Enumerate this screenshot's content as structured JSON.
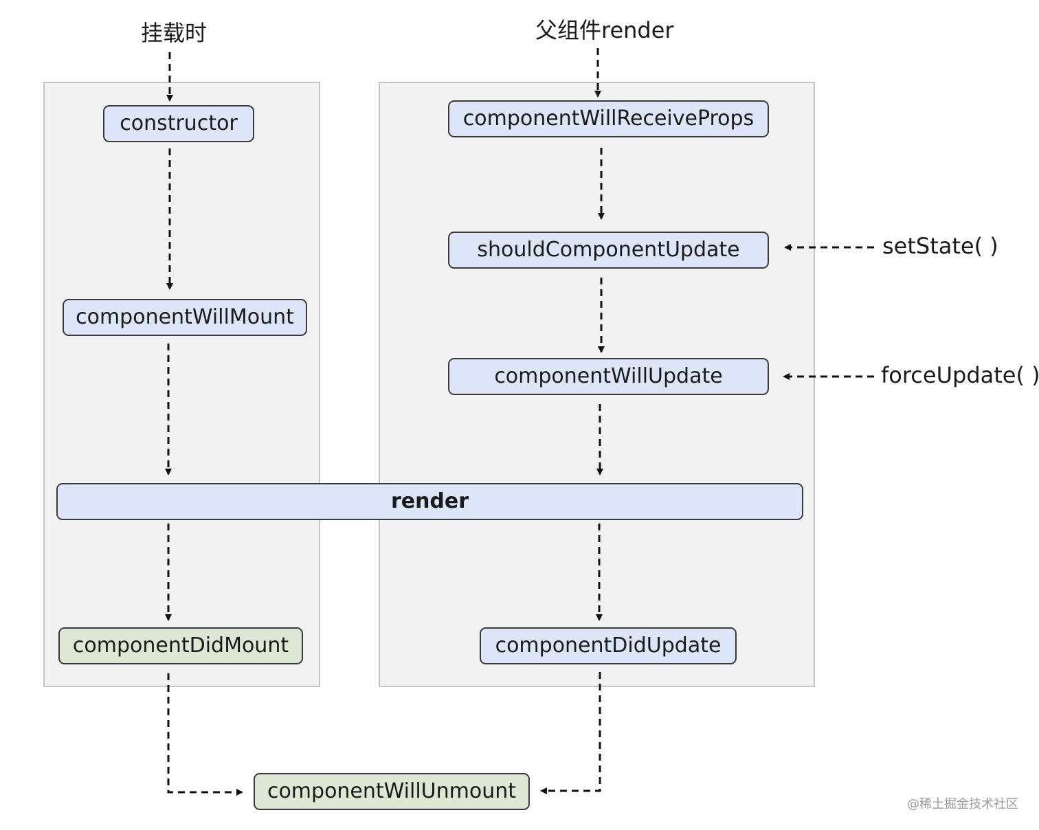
{
  "headers": {
    "mount": "挂载时",
    "parent_render": "父组件render"
  },
  "nodes": {
    "constructor": "constructor",
    "component_will_mount": "componentWillMount",
    "render": "render",
    "component_did_mount": "componentDidMount",
    "component_will_receive_props": "componentWillReceiveProps",
    "should_component_update": "shouldComponentUpdate",
    "component_will_update": "componentWillUpdate",
    "component_did_update": "componentDidUpdate",
    "component_will_unmount": "componentWillUnmount"
  },
  "triggers": {
    "set_state": "setState( )",
    "force_update": "forceUpdate( )"
  },
  "watermark": "@稀土掘金技术社区",
  "colors": {
    "method_box": "#dce6f8",
    "did_box": "#dde8d4",
    "panel": "#f2f2f2",
    "edge": "#111111"
  }
}
